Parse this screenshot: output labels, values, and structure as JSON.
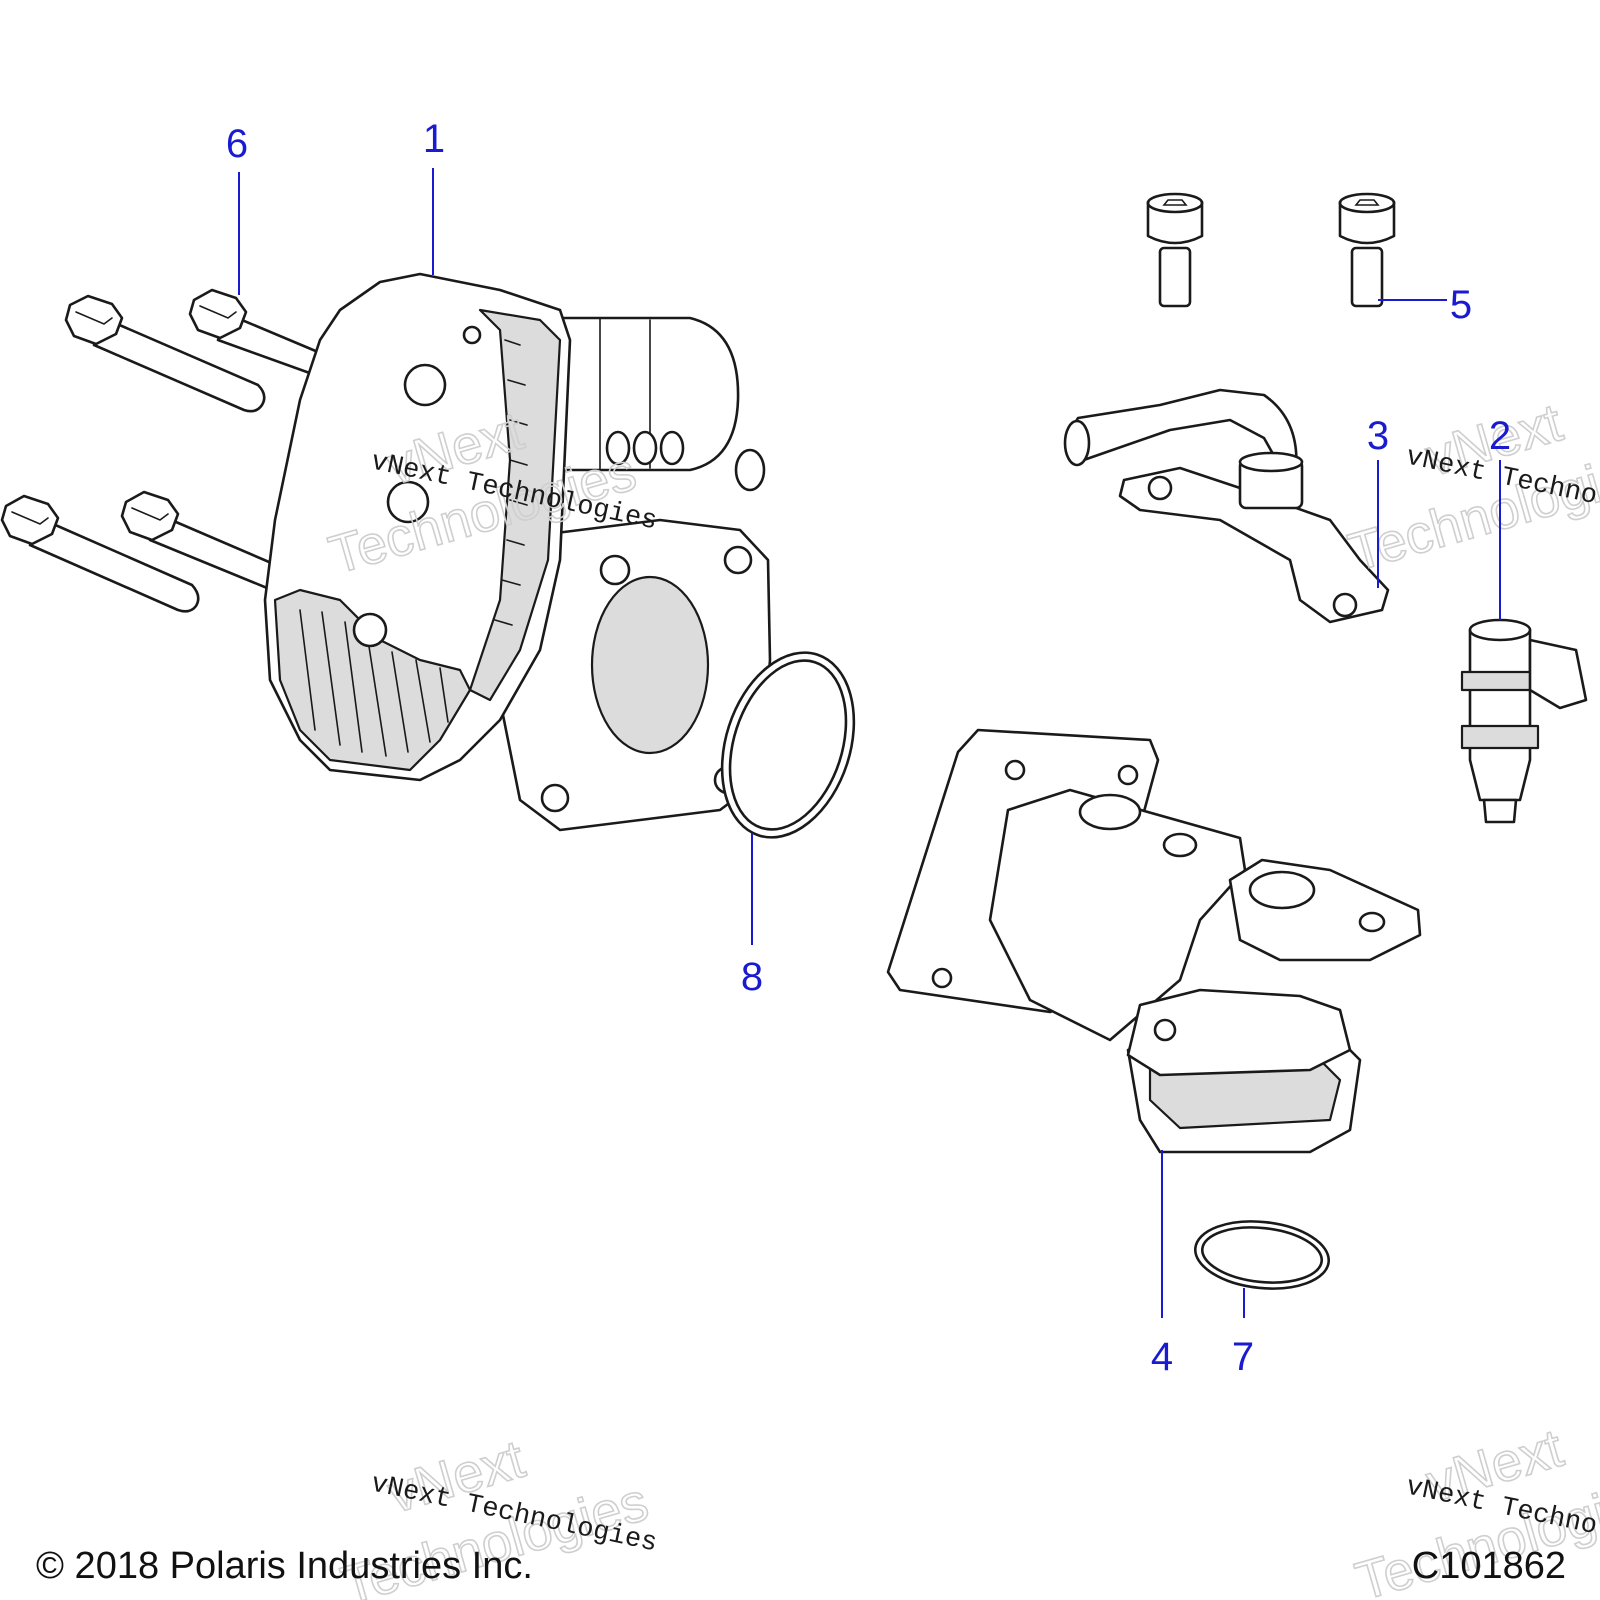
{
  "callout_color": "#1a1ad0",
  "callouts": {
    "c1": "1",
    "c2": "2",
    "c3": "3",
    "c4": "4",
    "c5": "5",
    "c6": "6",
    "c7": "7",
    "c8": "8"
  },
  "watermark": {
    "line1": "vNext",
    "line2": "Technologies",
    "small": "vNext Technologies"
  },
  "footer": {
    "copyright": "© 2018 Polaris Industries Inc.",
    "drawing_number": "C101862"
  }
}
